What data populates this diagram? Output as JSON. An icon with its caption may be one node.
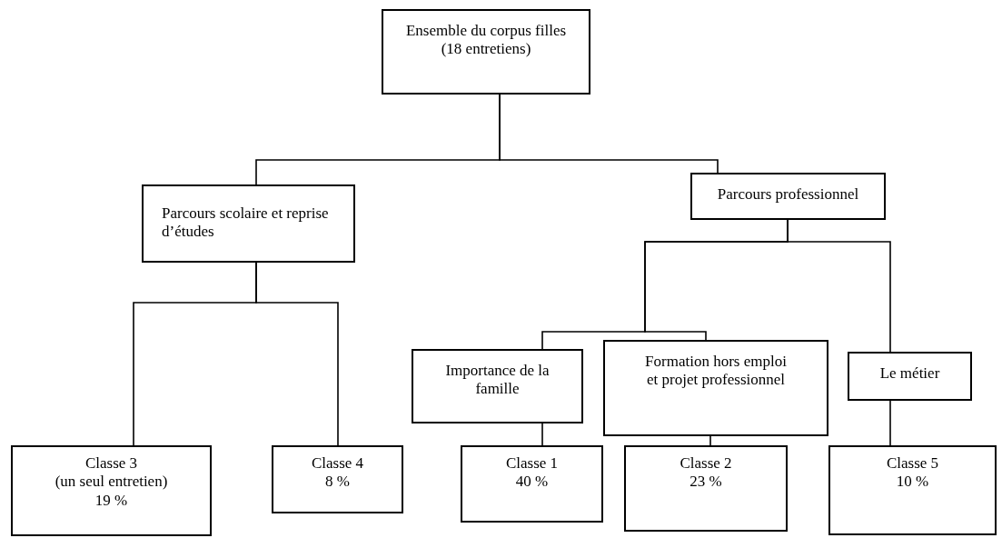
{
  "diagram": {
    "nodes": [
      {
        "text": [
          "Ensemble du corpus filles",
          "(18 entretiens)"
        ]
      },
      {
        "text": [
          "Parcours scolaire et reprise d’études"
        ]
      },
      {
        "text": [
          "Parcours professionnel"
        ]
      },
      {
        "text": [
          "Importance de la famille"
        ]
      },
      {
        "text": [
          "Formation hors emploi et projet professionnel"
        ]
      },
      {
        "text": [
          "Le métier"
        ]
      },
      {
        "text": [
          "Classe 3",
          "(un seul entretien)",
          "19 %"
        ]
      },
      {
        "text": [
          "Classe 4",
          "8 %"
        ]
      },
      {
        "text": [
          "Classe 1",
          "40 %"
        ]
      },
      {
        "text": [
          "Classe 2",
          "23 %"
        ]
      },
      {
        "text": [
          "Classe 5",
          "10 %"
        ]
      }
    ],
    "edges": [
      {
        "from": 0,
        "to": 1,
        "arrow": "none"
      },
      {
        "from": 0,
        "to": 2,
        "arrow": "none"
      },
      {
        "from": 1,
        "to": 6,
        "arrow": "none"
      },
      {
        "from": 1,
        "to": 7,
        "arrow": "none"
      },
      {
        "from": 2,
        "to": 3,
        "arrow": "none"
      },
      {
        "from": 2,
        "to": 4,
        "arrow": "none"
      },
      {
        "from": 2,
        "to": 5,
        "arrow": "none"
      },
      {
        "from": 3,
        "to": 8,
        "arrow": "none"
      },
      {
        "from": 4,
        "to": 9,
        "arrow": "none"
      },
      {
        "from": 5,
        "to": 10,
        "arrow": "none"
      }
    ]
  }
}
